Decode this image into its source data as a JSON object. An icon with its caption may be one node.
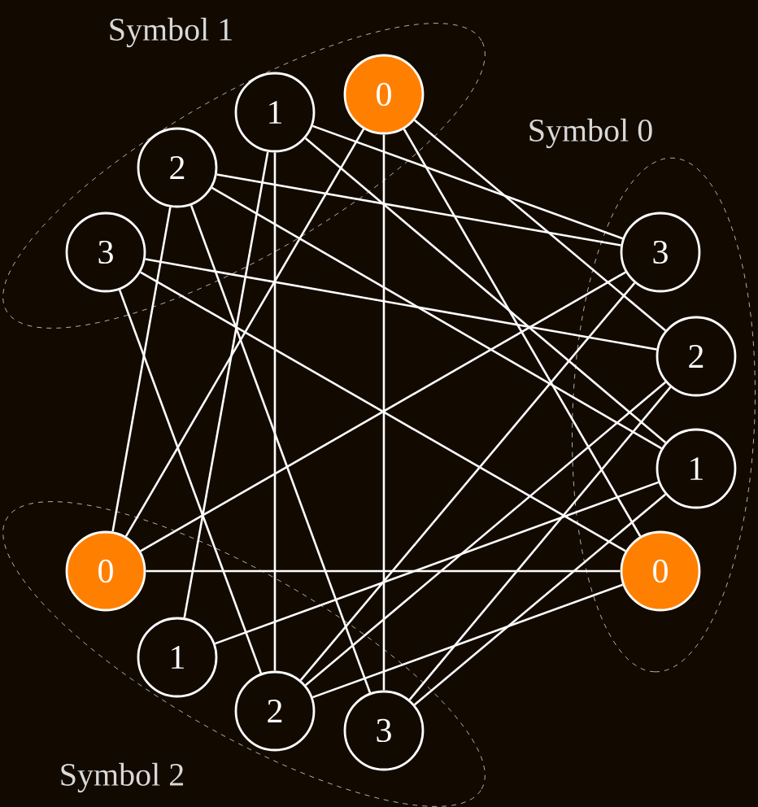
{
  "diagram": {
    "nodes": [
      {
        "text": [
          "Symbol 1"
        ]
      },
      {
        "text": [
          "3"
        ],
        "in": 0
      },
      {
        "text": [
          "2"
        ],
        "in": 0
      },
      {
        "text": [
          "1"
        ],
        "in": 0
      },
      {
        "text": [
          "0"
        ],
        "in": 0
      },
      {
        "text": [
          "Symbol 0"
        ]
      },
      {
        "text": [
          "3"
        ],
        "in": 5
      },
      {
        "text": [
          "2"
        ],
        "in": 5
      },
      {
        "text": [
          "1"
        ],
        "in": 5
      },
      {
        "text": [
          "0"
        ],
        "in": 5
      },
      {
        "text": [
          "Symbol 2"
        ]
      },
      {
        "text": [
          "0"
        ],
        "in": 10
      },
      {
        "text": [
          "1"
        ],
        "in": 10
      },
      {
        "text": [
          "2"
        ],
        "in": 10
      },
      {
        "text": [
          "3"
        ],
        "in": 10
      }
    ],
    "edges": [
      {
        "from": 4,
        "to": 14,
        "arrow": "none"
      },
      {
        "from": 4,
        "to": 11,
        "arrow": "none"
      },
      {
        "from": 4,
        "to": 7,
        "arrow": "none"
      },
      {
        "from": 4,
        "to": 9,
        "arrow": "none"
      },
      {
        "from": 3,
        "to": 13,
        "arrow": "none"
      },
      {
        "from": 3,
        "to": 12,
        "arrow": "none"
      },
      {
        "from": 3,
        "to": 6,
        "arrow": "none"
      },
      {
        "from": 3,
        "to": 8,
        "arrow": "none"
      },
      {
        "from": 2,
        "to": 6,
        "arrow": "none"
      },
      {
        "from": 2,
        "to": 8,
        "arrow": "none"
      },
      {
        "from": 2,
        "to": 11,
        "arrow": "none"
      },
      {
        "from": 2,
        "to": 14,
        "arrow": "none"
      },
      {
        "from": 1,
        "to": 13,
        "arrow": "none"
      },
      {
        "from": 1,
        "to": 7,
        "arrow": "none"
      },
      {
        "from": 1,
        "to": 9,
        "arrow": "none"
      },
      {
        "from": 11,
        "to": 9,
        "arrow": "none"
      },
      {
        "from": 11,
        "to": 6,
        "arrow": "none"
      },
      {
        "from": 12,
        "to": 8,
        "arrow": "none"
      },
      {
        "from": 13,
        "to": 6,
        "arrow": "none"
      },
      {
        "from": 13,
        "to": 7,
        "arrow": "none"
      },
      {
        "from": 13,
        "to": 9,
        "arrow": "none"
      },
      {
        "from": 14,
        "to": 7,
        "arrow": "none"
      },
      {
        "from": 14,
        "to": 8,
        "arrow": "none"
      }
    ]
  }
}
